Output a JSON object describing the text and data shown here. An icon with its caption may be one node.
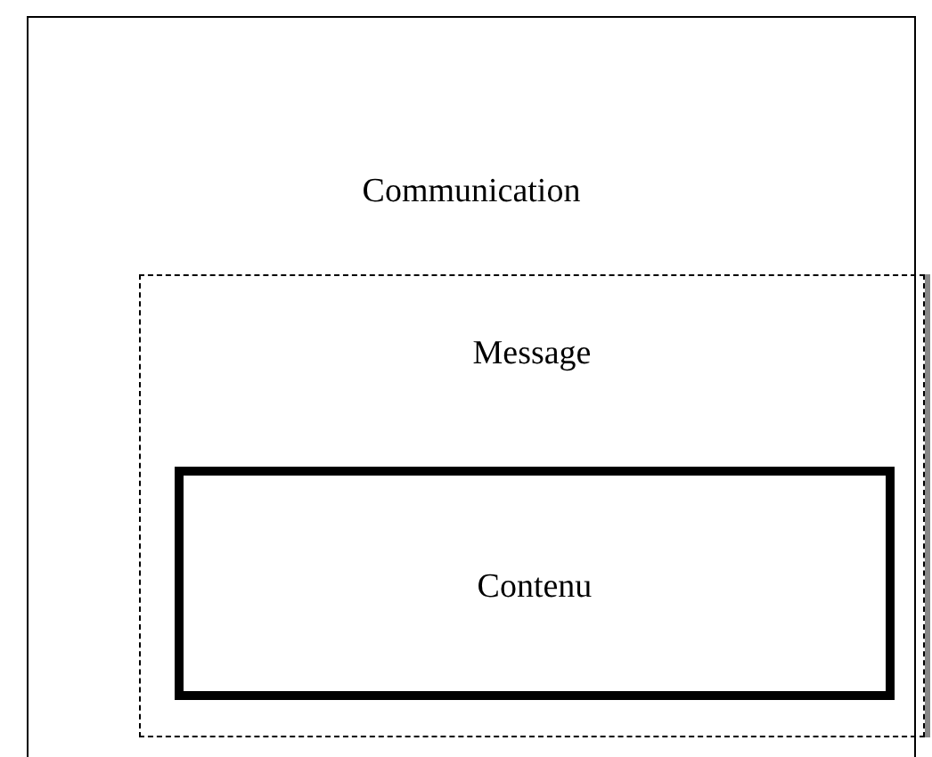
{
  "diagram": {
    "nodes": [
      {
        "text": [
          "Communication"
        ]
      },
      {
        "text": [
          "Message"
        ],
        "in": 0
      },
      {
        "text": [
          "Contenu"
        ],
        "in": 1
      }
    ]
  }
}
